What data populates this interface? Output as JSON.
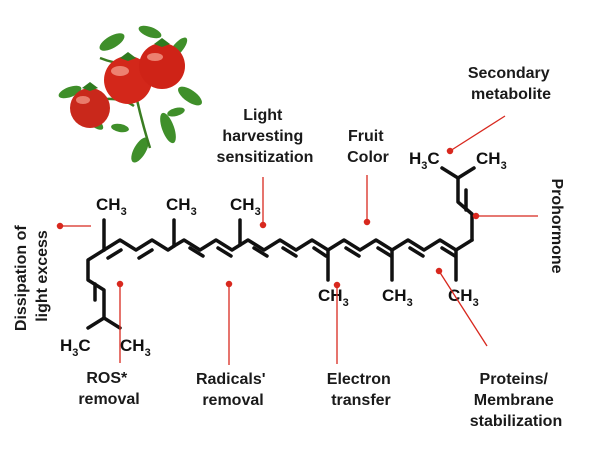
{
  "colors": {
    "accent": "#d8281e",
    "bond": "#111111",
    "label": "#1a1a1a",
    "leaf": "#3f8f2a",
    "tomato": "#d3271a"
  },
  "illustration": {
    "icon": "tomato-icon"
  },
  "labels": {
    "secondary_metabolite": [
      "Secondary",
      "metabolite"
    ],
    "light_harvesting": [
      "Light",
      "harvesting",
      "sensitization"
    ],
    "fruit_color": [
      "Fruit",
      "Color"
    ],
    "prohormone": "Prohormone",
    "dissipation": [
      "Dissipation of",
      "light excess"
    ],
    "ros_removal": [
      "ROS*",
      "removal"
    ],
    "radicals_removal": [
      "Radicals'",
      "removal"
    ],
    "electron_transfer": [
      "Electron",
      "transfer"
    ],
    "proteins_membrane": [
      "Proteins/",
      "Membrane",
      "stabilization"
    ]
  },
  "molecule": {
    "methyl": "CH",
    "methyl_subscript": "3",
    "h3c_h": "H",
    "h3c_subscript": "3",
    "h3c_c": "C"
  }
}
